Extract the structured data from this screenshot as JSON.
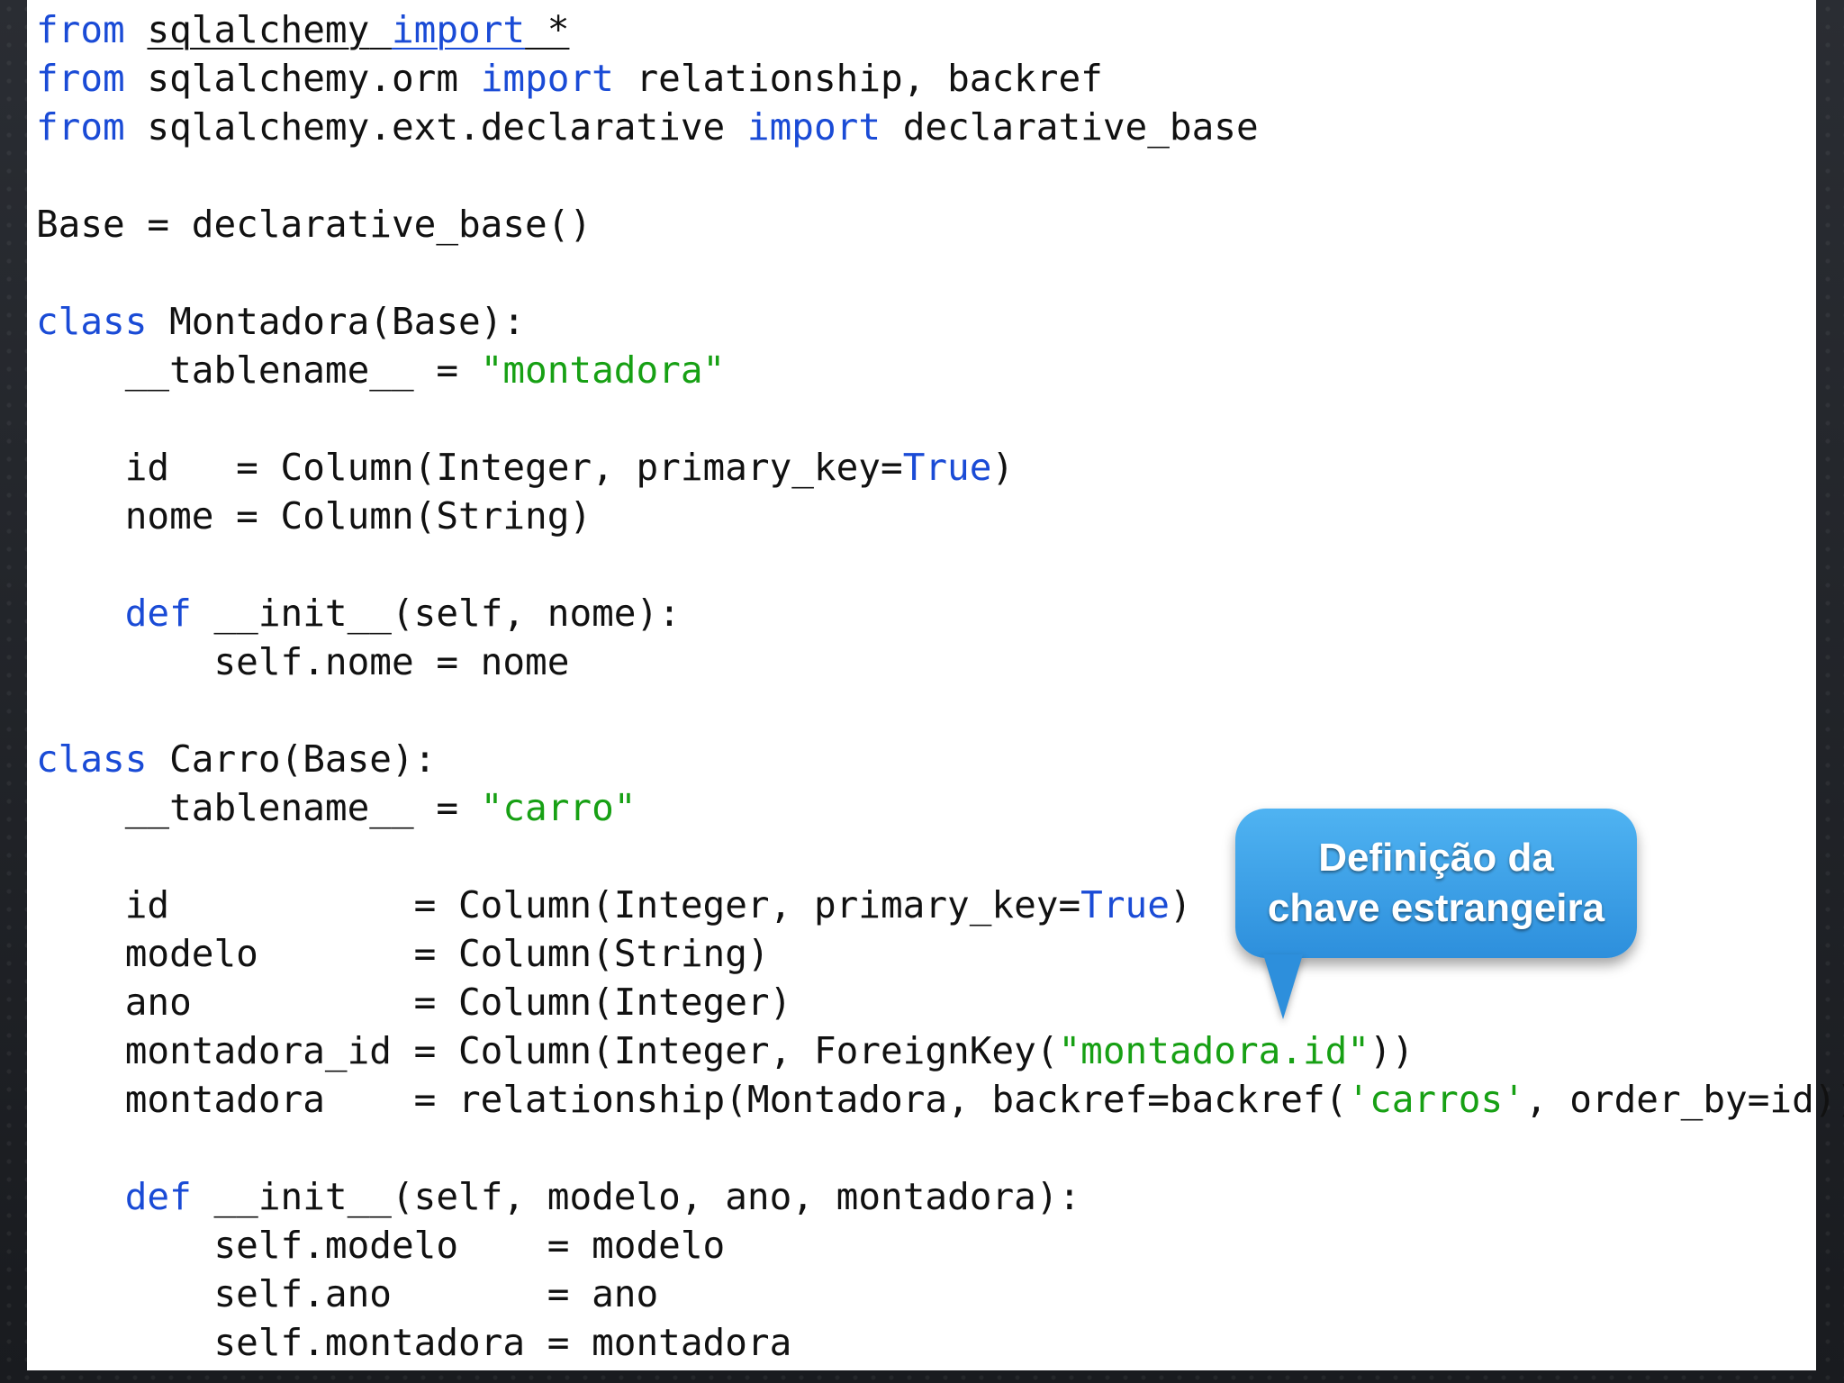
{
  "code": {
    "lines": [
      [
        {
          "t": "from",
          "c": "kw"
        },
        {
          "t": " "
        },
        {
          "t": "sqlalchemy",
          "c": "ul"
        },
        {
          "t": " ",
          "c": "ul"
        },
        {
          "t": "import",
          "c": "kw ul"
        },
        {
          "t": " *",
          "c": "ul"
        }
      ],
      [
        {
          "t": "from",
          "c": "kw"
        },
        {
          "t": " sqlalchemy.orm "
        },
        {
          "t": "import",
          "c": "kw"
        },
        {
          "t": " relationship, backref"
        }
      ],
      [
        {
          "t": "from",
          "c": "kw"
        },
        {
          "t": " sqlalchemy.ext.declarative "
        },
        {
          "t": "import",
          "c": "kw"
        },
        {
          "t": " declarative_base"
        }
      ],
      [],
      [
        {
          "t": "Base = declarative_base()"
        }
      ],
      [],
      [
        {
          "t": "class",
          "c": "kw"
        },
        {
          "t": " Montadora(Base):"
        }
      ],
      [
        {
          "t": "    __tablename__ = "
        },
        {
          "t": "\"montadora\"",
          "c": "str"
        }
      ],
      [],
      [
        {
          "t": "    id   = Column(Integer, primary_key="
        },
        {
          "t": "True",
          "c": "kw"
        },
        {
          "t": ")"
        }
      ],
      [
        {
          "t": "    nome = Column(String)"
        }
      ],
      [],
      [
        {
          "t": "    "
        },
        {
          "t": "def",
          "c": "kw"
        },
        {
          "t": " __init__(self, nome):"
        }
      ],
      [
        {
          "t": "        self.nome = nome"
        }
      ],
      [],
      [
        {
          "t": "class",
          "c": "kw"
        },
        {
          "t": " Carro(Base):"
        }
      ],
      [
        {
          "t": "    __tablename__ = "
        },
        {
          "t": "\"carro\"",
          "c": "str"
        }
      ],
      [],
      [
        {
          "t": "    id           = Column(Integer, primary_key="
        },
        {
          "t": "True",
          "c": "kw"
        },
        {
          "t": ")"
        }
      ],
      [
        {
          "t": "    modelo       = Column(String)"
        }
      ],
      [
        {
          "t": "    ano          = Column(Integer)"
        }
      ],
      [
        {
          "t": "    montadora_id = Column(Integer, ForeignKey("
        },
        {
          "t": "\"montadora.id\"",
          "c": "str"
        },
        {
          "t": "))"
        }
      ],
      [
        {
          "t": "    montadora    = relationship(Montadora, backref=backref("
        },
        {
          "t": "'carros'",
          "c": "str"
        },
        {
          "t": ", order_by=id))"
        }
      ],
      [],
      [
        {
          "t": "    "
        },
        {
          "t": "def",
          "c": "kw"
        },
        {
          "t": " __init__(self, modelo, ano, montadora):"
        }
      ],
      [
        {
          "t": "        self.modelo    = modelo"
        }
      ],
      [
        {
          "t": "        self.ano       = ano"
        }
      ],
      [
        {
          "t": "        self.montadora = montadora"
        }
      ]
    ]
  },
  "callout": {
    "line1": "Definição da",
    "line2": "chave estrangeira"
  },
  "colors": {
    "keyword": "#1a4bd6",
    "string": "#17a014",
    "callout": "#2d8fdc"
  }
}
